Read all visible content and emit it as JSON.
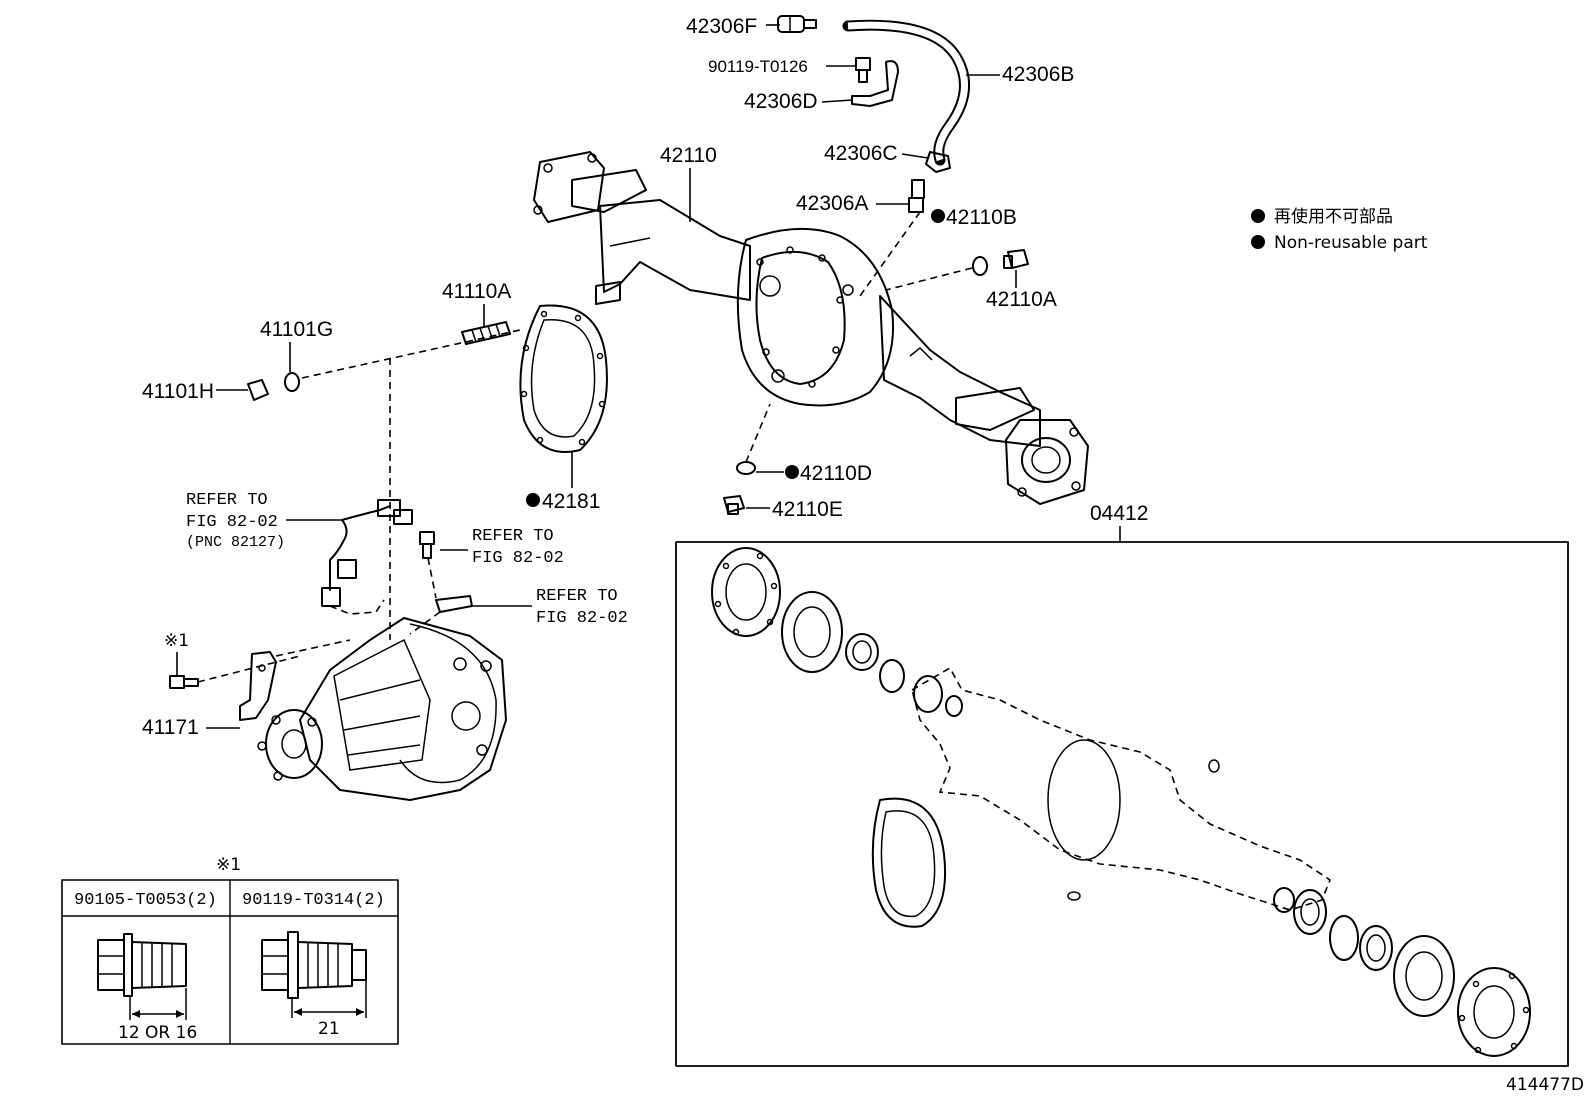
{
  "labels": {
    "p42306F": "42306F",
    "p90119_T0126": "90119-T0126",
    "p42306D": "42306D",
    "p42306B": "42306B",
    "p42306C": "42306C",
    "p42306A": "42306A",
    "p42110": "42110",
    "p42110B": "42110B",
    "p42110A": "42110A",
    "p41110A": "41110A",
    "p41101G": "41101G",
    "p41101H": "41101H",
    "p42181": "42181",
    "p42110D": "42110D",
    "p42110E": "42110E",
    "p04412": "04412",
    "p41171": "41171",
    "mark1": "※1"
  },
  "refer": {
    "r1_line1": "REFER TO",
    "r1_line2": "FIG 82-02",
    "r1_line3": "(PNC 82127)",
    "r2_line1": "REFER TO",
    "r2_line2": "FIG 82-02",
    "r3_line1": "REFER TO",
    "r3_line2": "FIG 82-02"
  },
  "legend": {
    "jp": "再使用不可部品",
    "en": "Non-reusable part"
  },
  "bolt_table": {
    "title": "※1",
    "col1_header": "90105-T0053(2)",
    "col2_header": "90119-T0314(2)",
    "col1_dim": "12 OR 16",
    "col2_dim": "21"
  },
  "figure_id": "414477D"
}
